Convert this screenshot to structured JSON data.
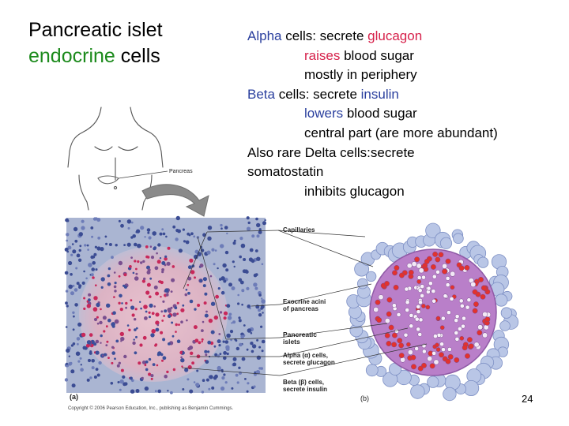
{
  "title": {
    "line1": "Pancreatic islet",
    "line2_green": "endocrine",
    "line2_rest": " cells"
  },
  "bullets": {
    "alpha": {
      "word": "Alpha",
      "mid": " cells: secrete ",
      "hormone": "glucagon"
    },
    "alpha_sub1": {
      "word": "raises",
      "rest": " blood sugar"
    },
    "alpha_sub2": "mostly in periphery",
    "beta": {
      "word": "Beta",
      "mid": " cells: secrete ",
      "hormone": "insulin"
    },
    "beta_sub1": {
      "word": "lowers",
      "rest": " blood sugar"
    },
    "beta_sub2": "central part (are more abundant)",
    "delta_line1": "Also rare Delta cells:secrete",
    "delta_line2": "somatostatin",
    "delta_sub": "inhibits glucagon"
  },
  "figure": {
    "pancreas_label": "Pancreas",
    "capillaries": "Capillaries",
    "exocrine_1": "Exocrine acini",
    "exocrine_2": "of pancreas",
    "islets_1": "Pancreatic",
    "islets_2": "islets",
    "alpha_1": "Alpha (α) cells,",
    "alpha_2": "secrete glucagon",
    "beta_1": "Beta (β) cells,",
    "beta_2": "secrete insulin",
    "panel_a": "(a)",
    "panel_b": "(b)",
    "copyright": "Copyright © 2006 Pearson Education, Inc., publishing as Benjamin Cummings."
  },
  "slide_number": "24",
  "colors": {
    "green": "#1c8a1c",
    "red": "#d6204a",
    "blue": "#2a3f9e"
  }
}
